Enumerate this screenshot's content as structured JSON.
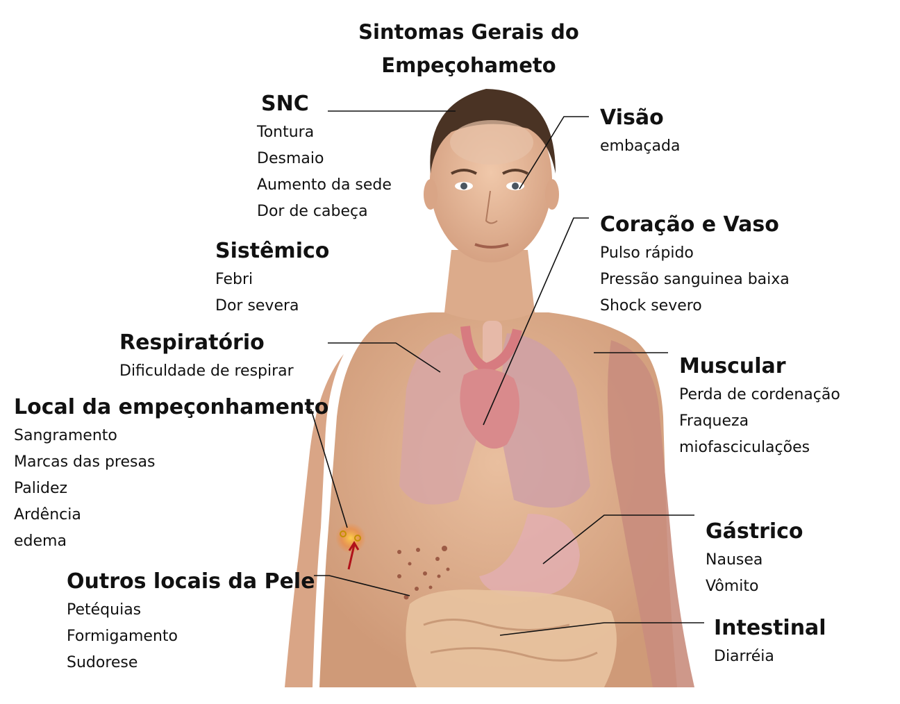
{
  "title_line1": "Sintomas Gerais do",
  "title_line2": "Empeçohameto",
  "groups": {
    "snc": {
      "heading": "SNC",
      "items": [
        "Tontura",
        "Desmaio",
        "Aumento da sede",
        "Dor de cabeça"
      ]
    },
    "visao": {
      "heading": "Visão",
      "items": [
        "embaçada"
      ]
    },
    "sistemico": {
      "heading": "Sistêmico",
      "items": [
        "Febri",
        "Dor severa"
      ]
    },
    "coracao": {
      "heading": "Coração e Vaso",
      "items": [
        "Pulso rápido",
        "Pressão sanguinea baixa",
        "Shock severo"
      ]
    },
    "respiratorio": {
      "heading": "Respiratório",
      "items": [
        "Dificuldade de respirar"
      ]
    },
    "muscular": {
      "heading": "Muscular",
      "items": [
        "Perda de cordenação",
        "Fraqueza",
        "miofasciculações"
      ]
    },
    "local": {
      "heading": "Local da empeçonhamento",
      "items": [
        "Sangramento",
        "Marcas das presas",
        "Palidez",
        "Ardência",
        "edema"
      ]
    },
    "gastrico": {
      "heading": "Gástrico",
      "items": [
        "Nausea",
        "Vômito"
      ]
    },
    "outros": {
      "heading": "Outros locais da Pele",
      "items": [
        "Petéquias",
        "Formigamento",
        "Sudorese"
      ]
    },
    "intestinal": {
      "heading": "Intestinal",
      "items": [
        "Diarréia"
      ]
    }
  },
  "colors": {
    "skin": "#e0b08f",
    "hair": "#4a3324",
    "lung": "#d7a6a4",
    "heart": "#d98a8c",
    "muscle": "#c98d7d",
    "gut": "#e8c3a0",
    "line": "#111111"
  }
}
